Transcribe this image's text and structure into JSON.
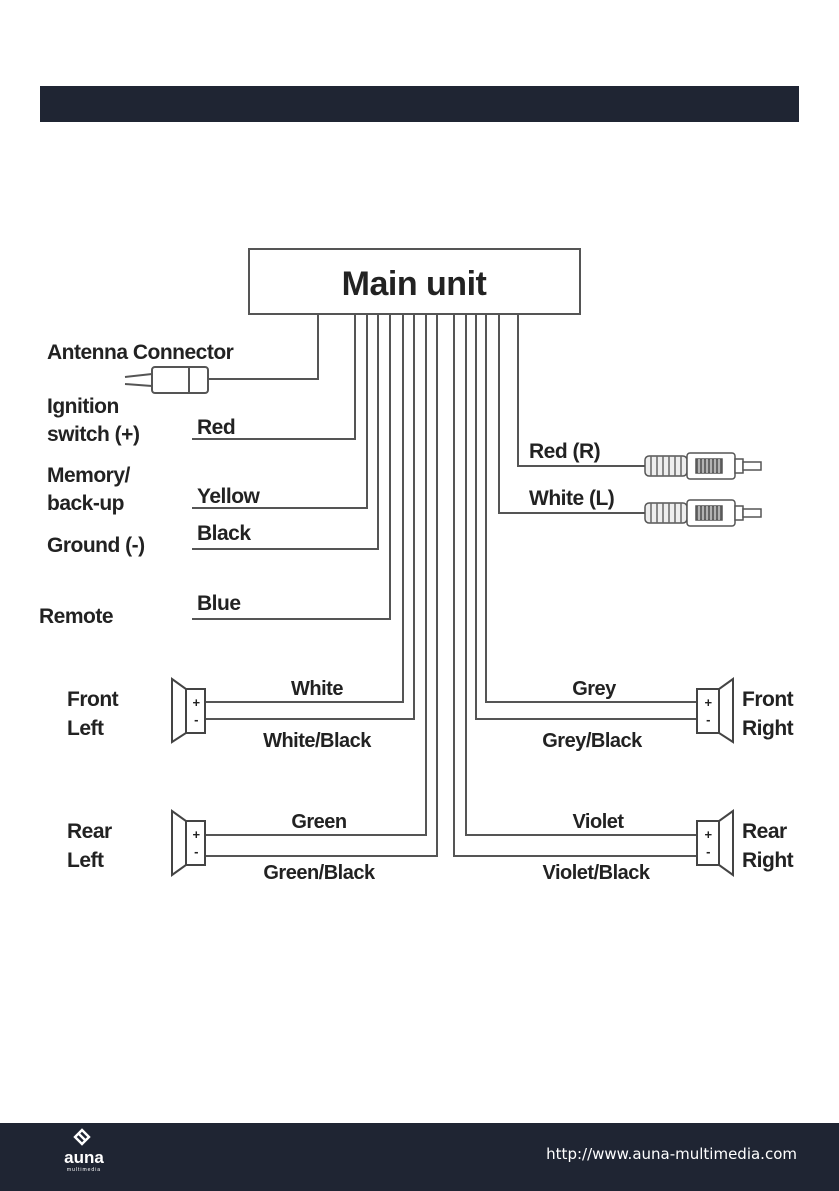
{
  "main_unit": "Main unit",
  "left_labels": {
    "antenna": "Antenna Connector",
    "ignition_1": "Ignition",
    "ignition_2": "switch (+)",
    "memory_1": "Memory/",
    "memory_2": "back-up",
    "ground": "Ground (-)",
    "remote": "Remote"
  },
  "wires": {
    "red": "Red",
    "yellow": "Yellow",
    "black": "Black",
    "blue": "Blue",
    "white": "White",
    "white_black": "White/Black",
    "green": "Green",
    "green_black": "Green/Black",
    "grey": "Grey",
    "grey_black": "Grey/Black",
    "violet": "Violet",
    "violet_black": "Violet/Black",
    "rca_red": "Red (R)",
    "rca_white": "White (L)"
  },
  "speakers": {
    "front_left_1": "Front",
    "front_left_2": "Left",
    "rear_left_1": "Rear",
    "rear_left_2": "Left",
    "front_right_1": "Front",
    "front_right_2": "Right",
    "rear_right_1": "Rear",
    "rear_right_2": "Right",
    "plus": "+",
    "minus": "-"
  },
  "footer": {
    "brand": "auna",
    "brand_sub": "multimedia",
    "url": "http://www.auna-multimedia.com"
  },
  "colors": {
    "dark": "#1f2533",
    "line": "#555555"
  }
}
